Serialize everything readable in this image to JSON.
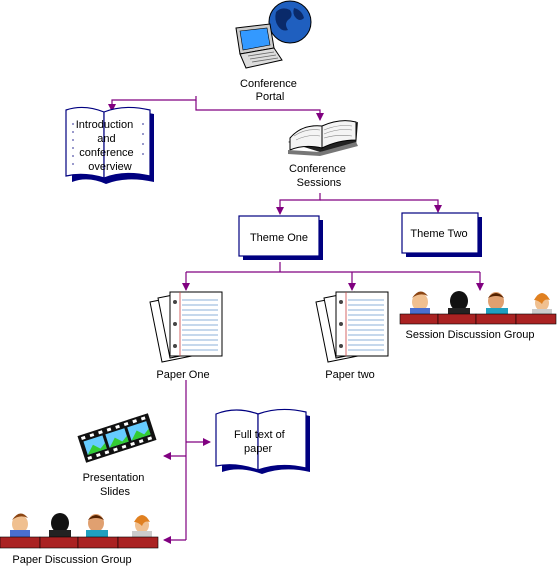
{
  "diagram": {
    "nodes": {
      "portal": {
        "label_lines": [
          "Conference",
          "Portal"
        ],
        "icon": "laptop-globe-icon"
      },
      "intro": {
        "label_lines": [
          "Introduction",
          "and",
          "conference",
          "overview"
        ],
        "icon": "open-book-icon"
      },
      "sessions": {
        "label_lines": [
          "Conference",
          "Sessions"
        ],
        "icon": "open-book-icon"
      },
      "theme_one": {
        "label_lines": [
          "Theme One"
        ]
      },
      "theme_two": {
        "label_lines": [
          "Theme Two"
        ]
      },
      "paper_one": {
        "label_lines": [
          "Paper One"
        ],
        "icon": "paper-stack-icon"
      },
      "paper_two": {
        "label_lines": [
          "Paper two"
        ],
        "icon": "paper-stack-icon"
      },
      "session_group": {
        "label_lines": [
          "Session Discussion Group"
        ],
        "icon": "audience-icon"
      },
      "slides": {
        "label_lines": [
          "Presentation",
          "Slides"
        ],
        "icon": "film-strip-icon"
      },
      "fulltext": {
        "label_lines": [
          "Full text of",
          "paper"
        ],
        "icon": "open-book-icon"
      },
      "paper_group": {
        "label_lines": [
          "Paper Discussion Group"
        ],
        "icon": "audience-icon"
      }
    },
    "colors": {
      "connector": "#800080",
      "book_outline": "#000080",
      "box_shadow": "#000080",
      "screen": "#3399ff",
      "globe": "#1f5fbf",
      "paper_lines": "#6699cc",
      "seat": "#aa2222",
      "film": "#33cc33"
    }
  }
}
